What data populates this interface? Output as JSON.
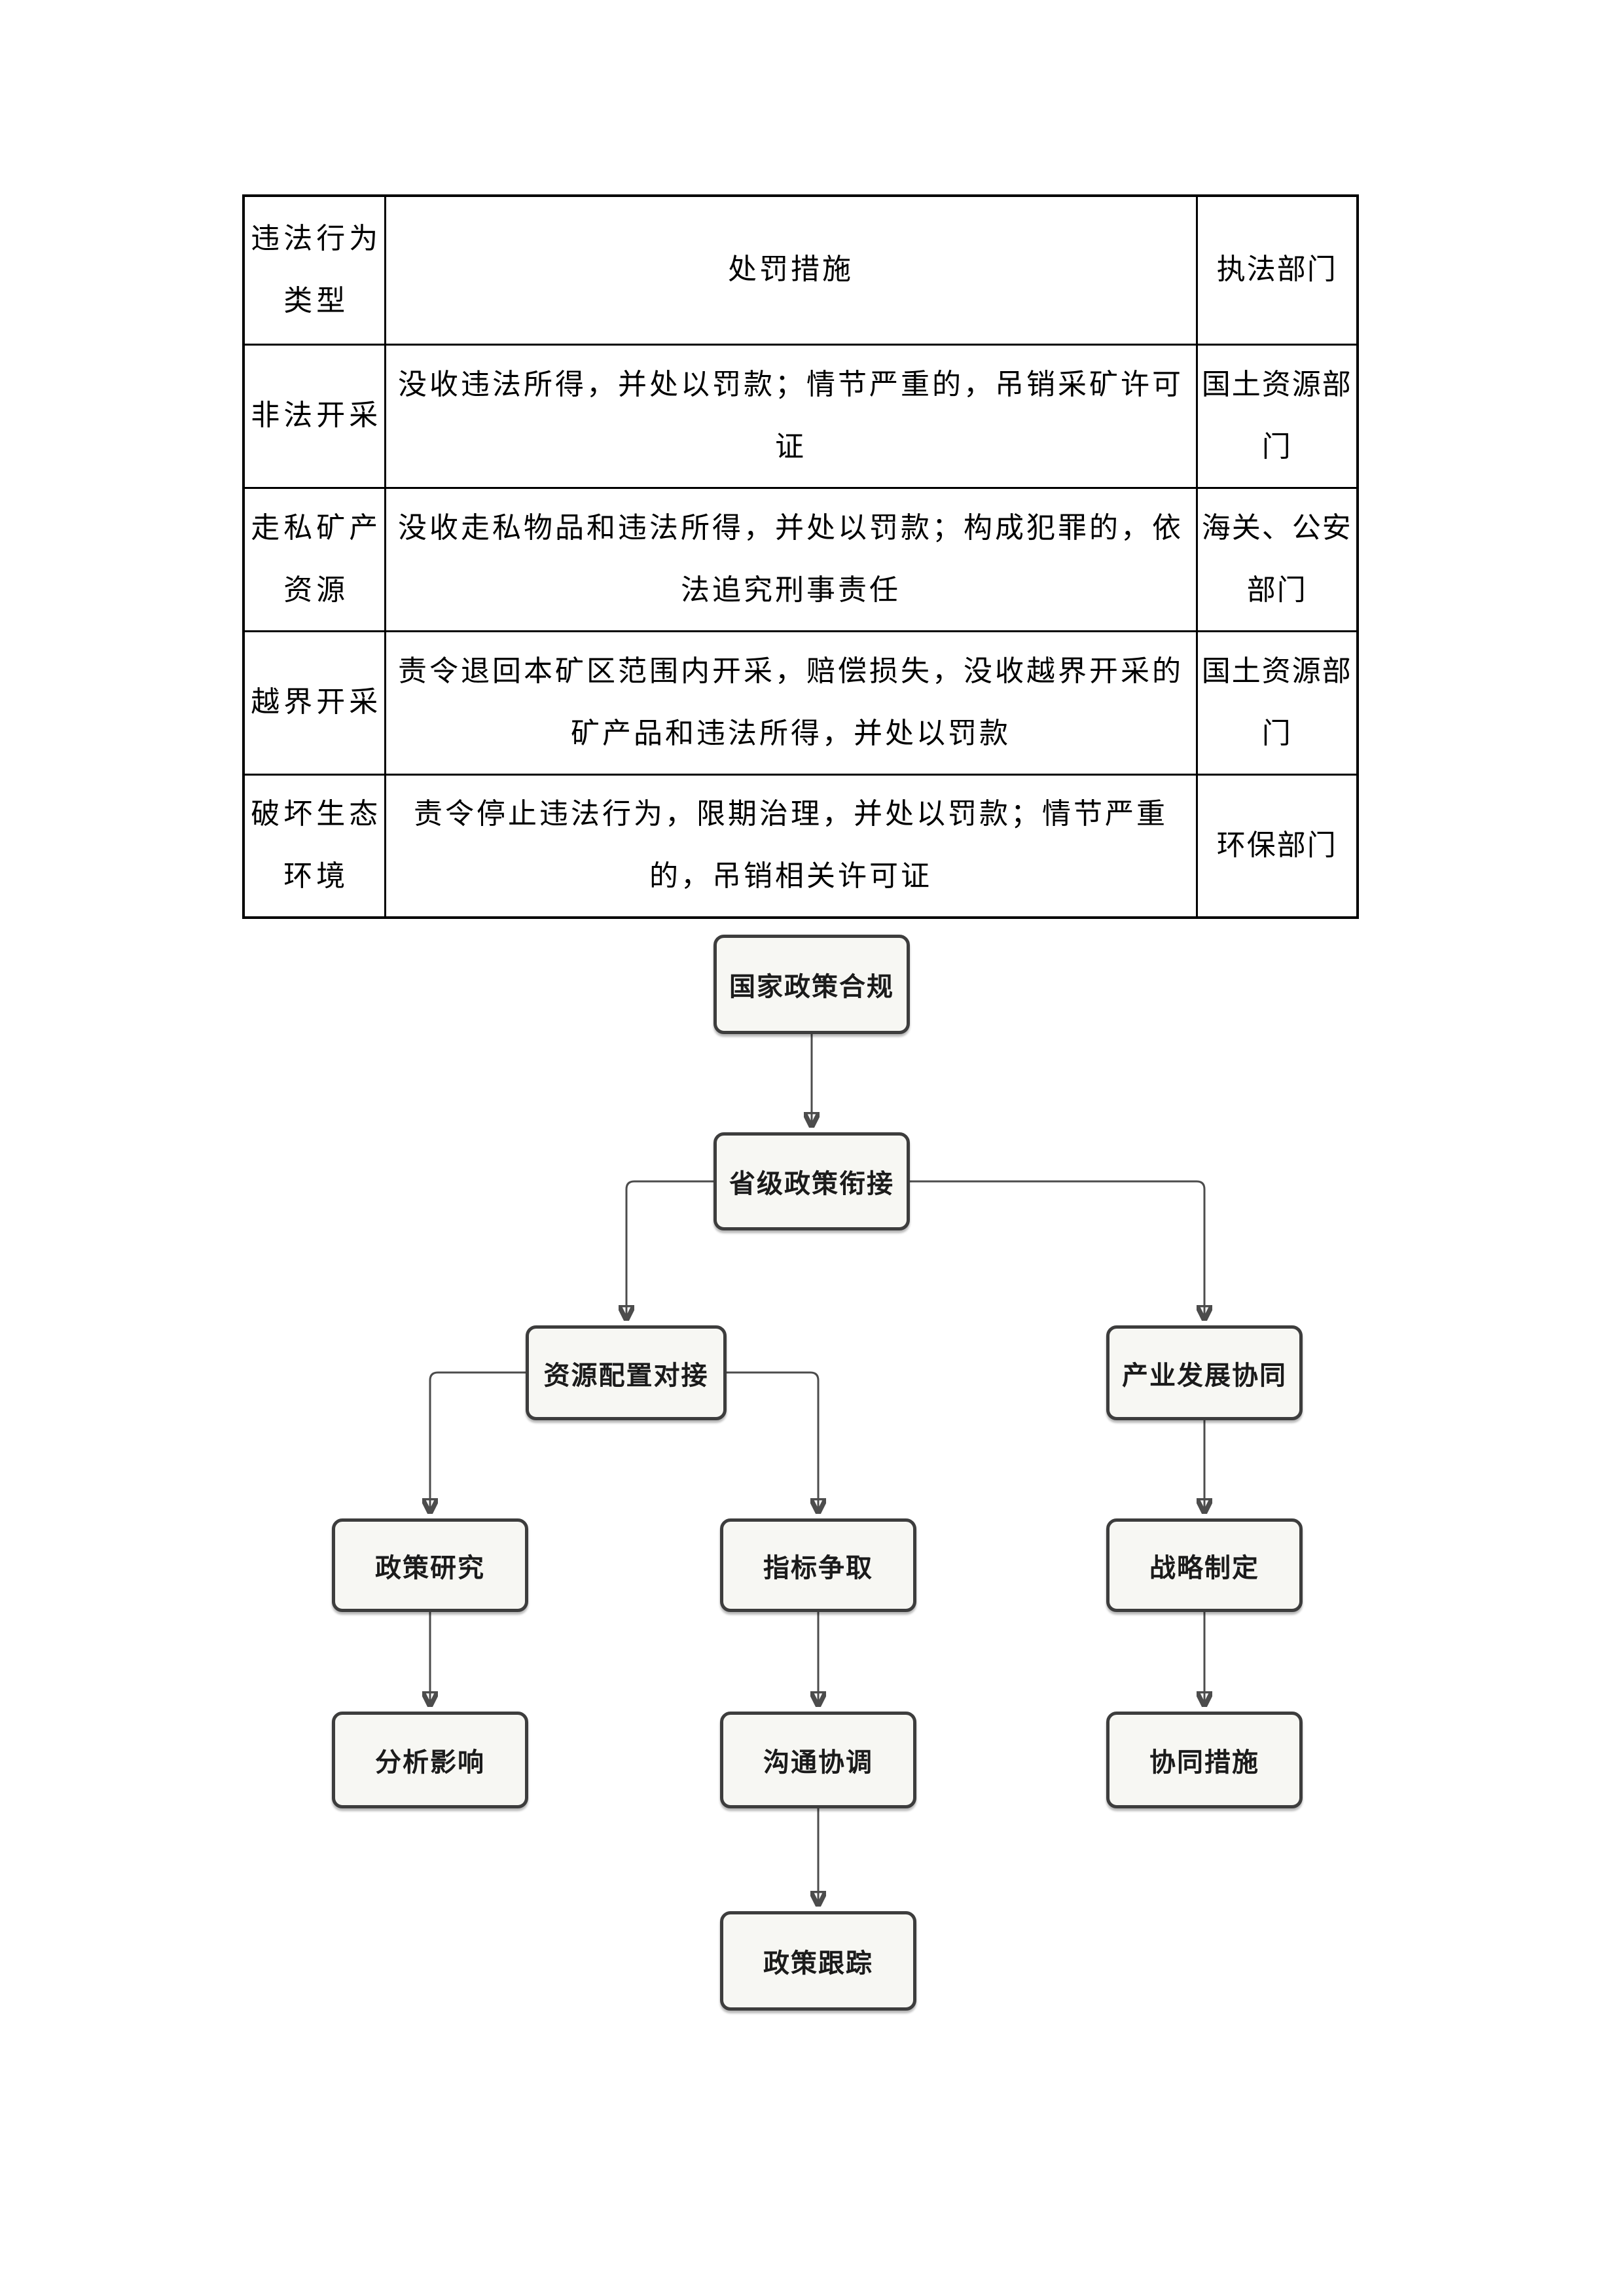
{
  "table": {
    "header": {
      "type": [
        "违法行为",
        "类型"
      ],
      "punishment": [
        "处罚措施"
      ],
      "department": [
        "执法部门"
      ]
    },
    "rows": [
      {
        "type": [
          "非法开采"
        ],
        "punishment": [
          "没收违法所得，并处以罚款；情节严重的，吊销采矿许可",
          "证"
        ],
        "department": [
          "国土资源部",
          "门"
        ]
      },
      {
        "type": [
          "走私矿产",
          "资源"
        ],
        "punishment": [
          "没收走私物品和违法所得，并处以罚款；构成犯罪的，依",
          "法追究刑事责任"
        ],
        "department": [
          "海关、公安",
          "部门"
        ]
      },
      {
        "type": [
          "越界开采"
        ],
        "punishment": [
          "责令退回本矿区范围内开采，赔偿损失，没收越界开采的",
          "矿产品和违法所得，并处以罚款"
        ],
        "department": [
          "国土资源部",
          "门"
        ]
      },
      {
        "type": [
          "破坏生态",
          "环境"
        ],
        "punishment": [
          "责令停止违法行为，限期治理，并处以罚款；情节严重",
          "的，吊销相关许可证"
        ],
        "department": [
          "环保部门"
        ]
      }
    ]
  },
  "flowchart": {
    "nodes": {
      "national": {
        "label": "国家政策合规"
      },
      "provincial": {
        "label": "省级政策衔接"
      },
      "resource": {
        "label": "资源配置对接"
      },
      "industry": {
        "label": "产业发展协同"
      },
      "research": {
        "label": "政策研究"
      },
      "indicator": {
        "label": "指标争取"
      },
      "strategy": {
        "label": "战略制定"
      },
      "analysis": {
        "label": "分析影响"
      },
      "communication": {
        "label": "沟通协调"
      },
      "synergy": {
        "label": "协同措施"
      },
      "tracking": {
        "label": "政策跟踪"
      }
    },
    "edges": [
      {
        "from": "national",
        "to": "provincial"
      },
      {
        "from": "provincial",
        "to": "resource"
      },
      {
        "from": "provincial",
        "to": "industry"
      },
      {
        "from": "resource",
        "to": "research"
      },
      {
        "from": "resource",
        "to": "indicator"
      },
      {
        "from": "industry",
        "to": "strategy"
      },
      {
        "from": "research",
        "to": "analysis"
      },
      {
        "from": "indicator",
        "to": "communication"
      },
      {
        "from": "strategy",
        "to": "synergy"
      },
      {
        "from": "communication",
        "to": "tracking"
      }
    ],
    "colors": {
      "node_fill": "#f7f7f3",
      "node_border": "#3d3d3d",
      "connector": "#4c4c4c",
      "table_border": "#000000",
      "text": "#1b1b1b"
    }
  }
}
